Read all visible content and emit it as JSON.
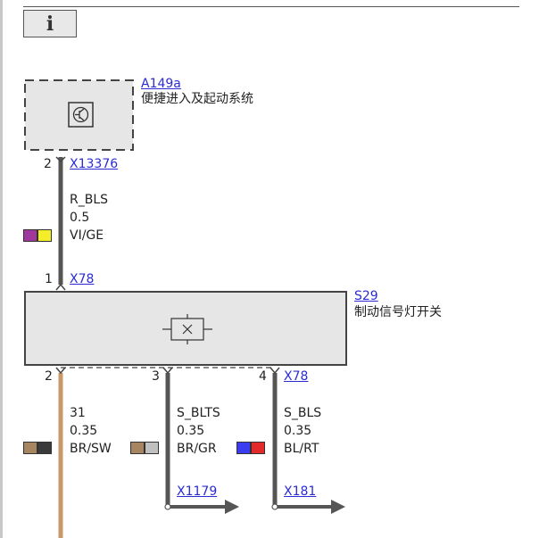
{
  "info_button": {
    "label": "i"
  },
  "components": {
    "a149a": {
      "code": "A149a",
      "name": "便捷进入及起动系统",
      "pin": "2",
      "connector": "X13376"
    },
    "s29": {
      "code": "S29",
      "name": "制动信号灯开关",
      "input_pin": "1",
      "input_connector": "X78"
    }
  },
  "wires": [
    {
      "id": "w1",
      "signal": "R_BLS",
      "size": "0.5",
      "color_code": "VI/GE",
      "colors": [
        "#a0399e",
        "#f2ee2a"
      ]
    },
    {
      "id": "w2",
      "pin": "2",
      "signal": "31",
      "size": "0.35",
      "color_code": "BR/SW",
      "colors": [
        "#a88561",
        "#3a3a3a"
      ]
    },
    {
      "id": "w3",
      "pin": "3",
      "signal": "S_BLTS",
      "size": "0.35",
      "color_code": "BR/GR",
      "colors": [
        "#a88561",
        "#c0c0c0"
      ]
    },
    {
      "id": "w4",
      "pin": "4",
      "connector": "X78",
      "signal": "S_BLS",
      "size": "0.35",
      "color_code": "BL/RT",
      "colors": [
        "#3b3bf0",
        "#e22a2a"
      ],
      "dest": "X181"
    }
  ],
  "destinations": {
    "w3": "X1179",
    "w4": "X181"
  },
  "colors": {
    "link": "#2b2bd4",
    "wire_dark": "#555555",
    "wire_brown": "#c8976a",
    "box_fill": "#e6e6e6"
  }
}
